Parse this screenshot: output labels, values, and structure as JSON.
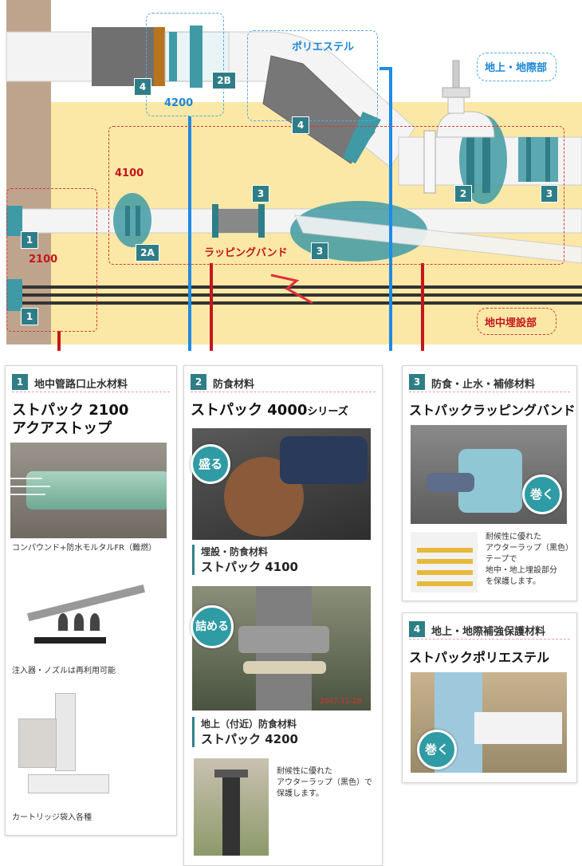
{
  "diagram": {
    "labels": {
      "polyester": "ポリエステル",
      "above_ground": "地上・地際部",
      "underground": "地中埋設部",
      "wrapping_band": "ラッピングバンド",
      "l4200": "4200",
      "l4100": "4100",
      "l2100": "2100"
    },
    "markers": {
      "m4a": "4",
      "m2b": "2B",
      "m4b": "4",
      "m2": "2",
      "m3a": "3",
      "m3b": "3",
      "m2a": "2A",
      "m3c": "3",
      "m1a": "1",
      "m1b": "1"
    },
    "colors": {
      "teal": "#2f7e87",
      "red": "#c4161c",
      "blue": "#1a86d6",
      "sand": "#fbe8a6",
      "wall": "#bfa48d"
    }
  },
  "cards": {
    "c1": {
      "num": "1",
      "title": "地中管路口止水材料",
      "product_line1": "ストパック 2100",
      "product_line2": "アクアストップ",
      "caption1": "コンパウンド+防水モルタルFR（難燃）",
      "caption2": "注入器・ノズルは再利用可能",
      "caption3": "カートリッジ袋入各種"
    },
    "c2": {
      "num": "2",
      "title": "防食材料",
      "product": "ストパック 4000",
      "product_suffix": "シリーズ",
      "badge1": "盛る",
      "sub1_a": "埋設・防食材料",
      "sub1_b": "ストパック 4100",
      "badge2": "詰める",
      "sub2_a": "地上（付近）防食材料",
      "sub2_b": "ストパック 4200",
      "photo_date": "2007-11-28",
      "caption": "耐候性に優れた\nアウターラップ（黒色）で\n保護します。"
    },
    "c3": {
      "num": "3",
      "title": "防食・止水・補修材料",
      "product": "ストパックラッピングバンド",
      "badge": "巻く",
      "caption": "耐候性に優れた\nアウターラップ（黒色）\nテープで\n地中・地上埋設部分\nを保護します。"
    },
    "c4": {
      "num": "4",
      "title": "地上・地際補強保護材料",
      "product": "ストパックポリエステル",
      "badge": "巻く"
    }
  }
}
